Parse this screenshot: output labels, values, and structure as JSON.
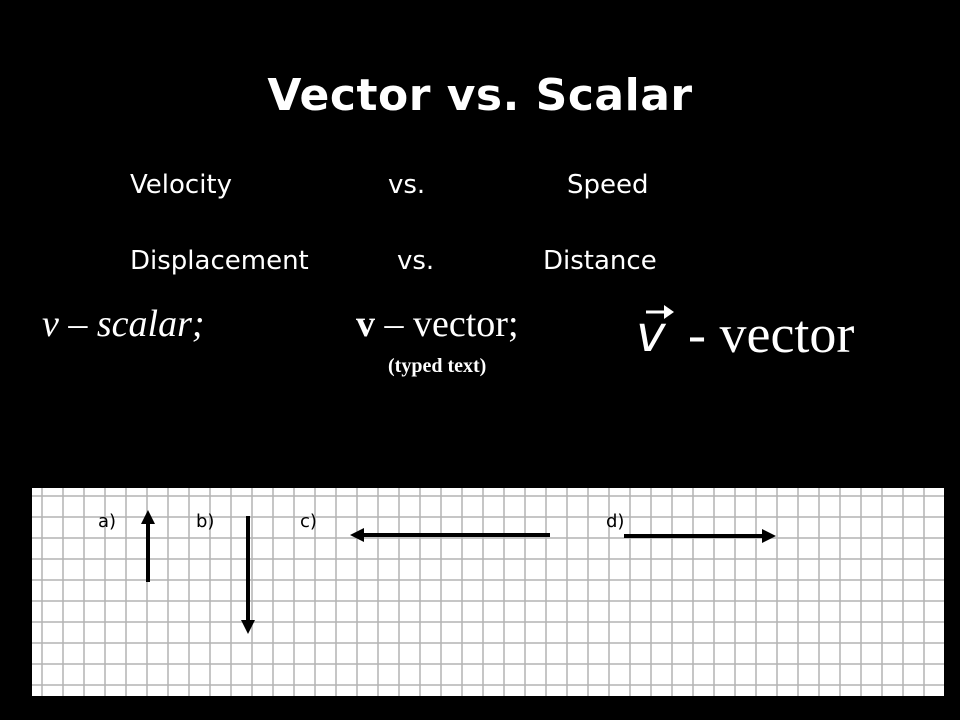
{
  "slide": {
    "title": "Vector vs. Scalar",
    "rows": [
      {
        "left": "Velocity",
        "vs": "vs.",
        "right": "Speed"
      },
      {
        "left": "Displacement",
        "vs": "vs.",
        "right": "Distance"
      }
    ],
    "notation": {
      "scalar": "v – scalar;",
      "vector_bold_letter": "v",
      "vector_bold_rest": " – vector;",
      "typed_note": "(typed text)",
      "arrow_letter": "v",
      "arrow_rest": " - vector"
    }
  },
  "grid": {
    "labels": {
      "a": "a)",
      "b": "b)",
      "c": "c)",
      "d": "d)"
    },
    "arrows": [
      {
        "id": "a",
        "direction": "up"
      },
      {
        "id": "b",
        "direction": "down"
      },
      {
        "id": "c",
        "direction": "left"
      },
      {
        "id": "d",
        "direction": "right"
      }
    ]
  },
  "colors": {
    "background": "#000000",
    "text": "#ffffff",
    "grid_line": "#b4b4b4",
    "arrow": "#000000"
  }
}
